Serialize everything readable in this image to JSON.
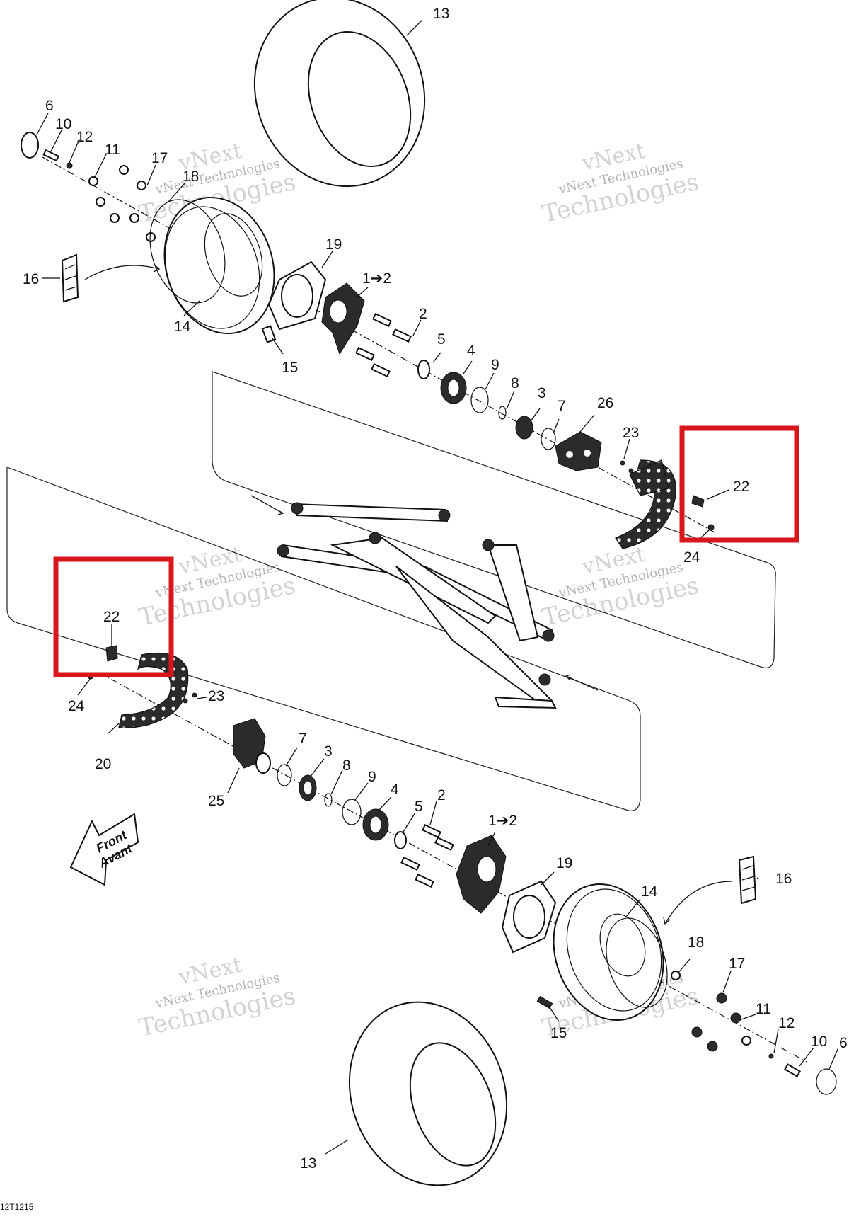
{
  "figure_code": "12T1215",
  "front_arrow": {
    "line1": "Front",
    "line2": "Avant"
  },
  "watermark": {
    "line1": "vNext",
    "line2": "vNext Technologies",
    "line3": "Technologies"
  },
  "callouts": {
    "tire_top": "13",
    "ring_top": "6",
    "screw_top": "10",
    "washer_top": "12",
    "nut_top": "11",
    "nut2_top": "17",
    "washer2_top": "18",
    "weight_top": "16",
    "rim_top": "14",
    "gasket_top": "19",
    "knuckle_top": "1➔2",
    "bolt_top": "2",
    "valve_top": "15",
    "seal5_top": "5",
    "bearing_top": "4",
    "ring9_top": "9",
    "ring8_top": "8",
    "seal3_top": "3",
    "ring7_top": "7",
    "caliper_top": "26",
    "screws_top": "23",
    "bracket_top": "22",
    "nut24_top": "24",
    "bracket_bottom": "22",
    "nut24_bottom": "24",
    "screws_bottom": "23",
    "disc_bottom": "20",
    "ring7_bottom": "7",
    "seal3_bottom": "3",
    "hub_bottom": "25",
    "ring8_bottom": "8",
    "ring9_bottom": "9",
    "bearing_bottom": "4",
    "seal5_bottom": "5",
    "bolt_bottom": "2",
    "knuckle_bottom": "1➔2",
    "gasket_bottom": "19",
    "rim_bottom": "14",
    "weight_bottom": "16",
    "washer2_bottom": "18",
    "nut2_bottom": "17",
    "nut_bottom": "11",
    "washer_bottom": "12",
    "screw_bottom": "10",
    "ring_bottom": "6",
    "valve_bottom": "15",
    "tire_bottom": "13"
  },
  "colors": {
    "highlight": "#d8161b",
    "ink": "#111111",
    "watermark": "#d2d2d2"
  }
}
